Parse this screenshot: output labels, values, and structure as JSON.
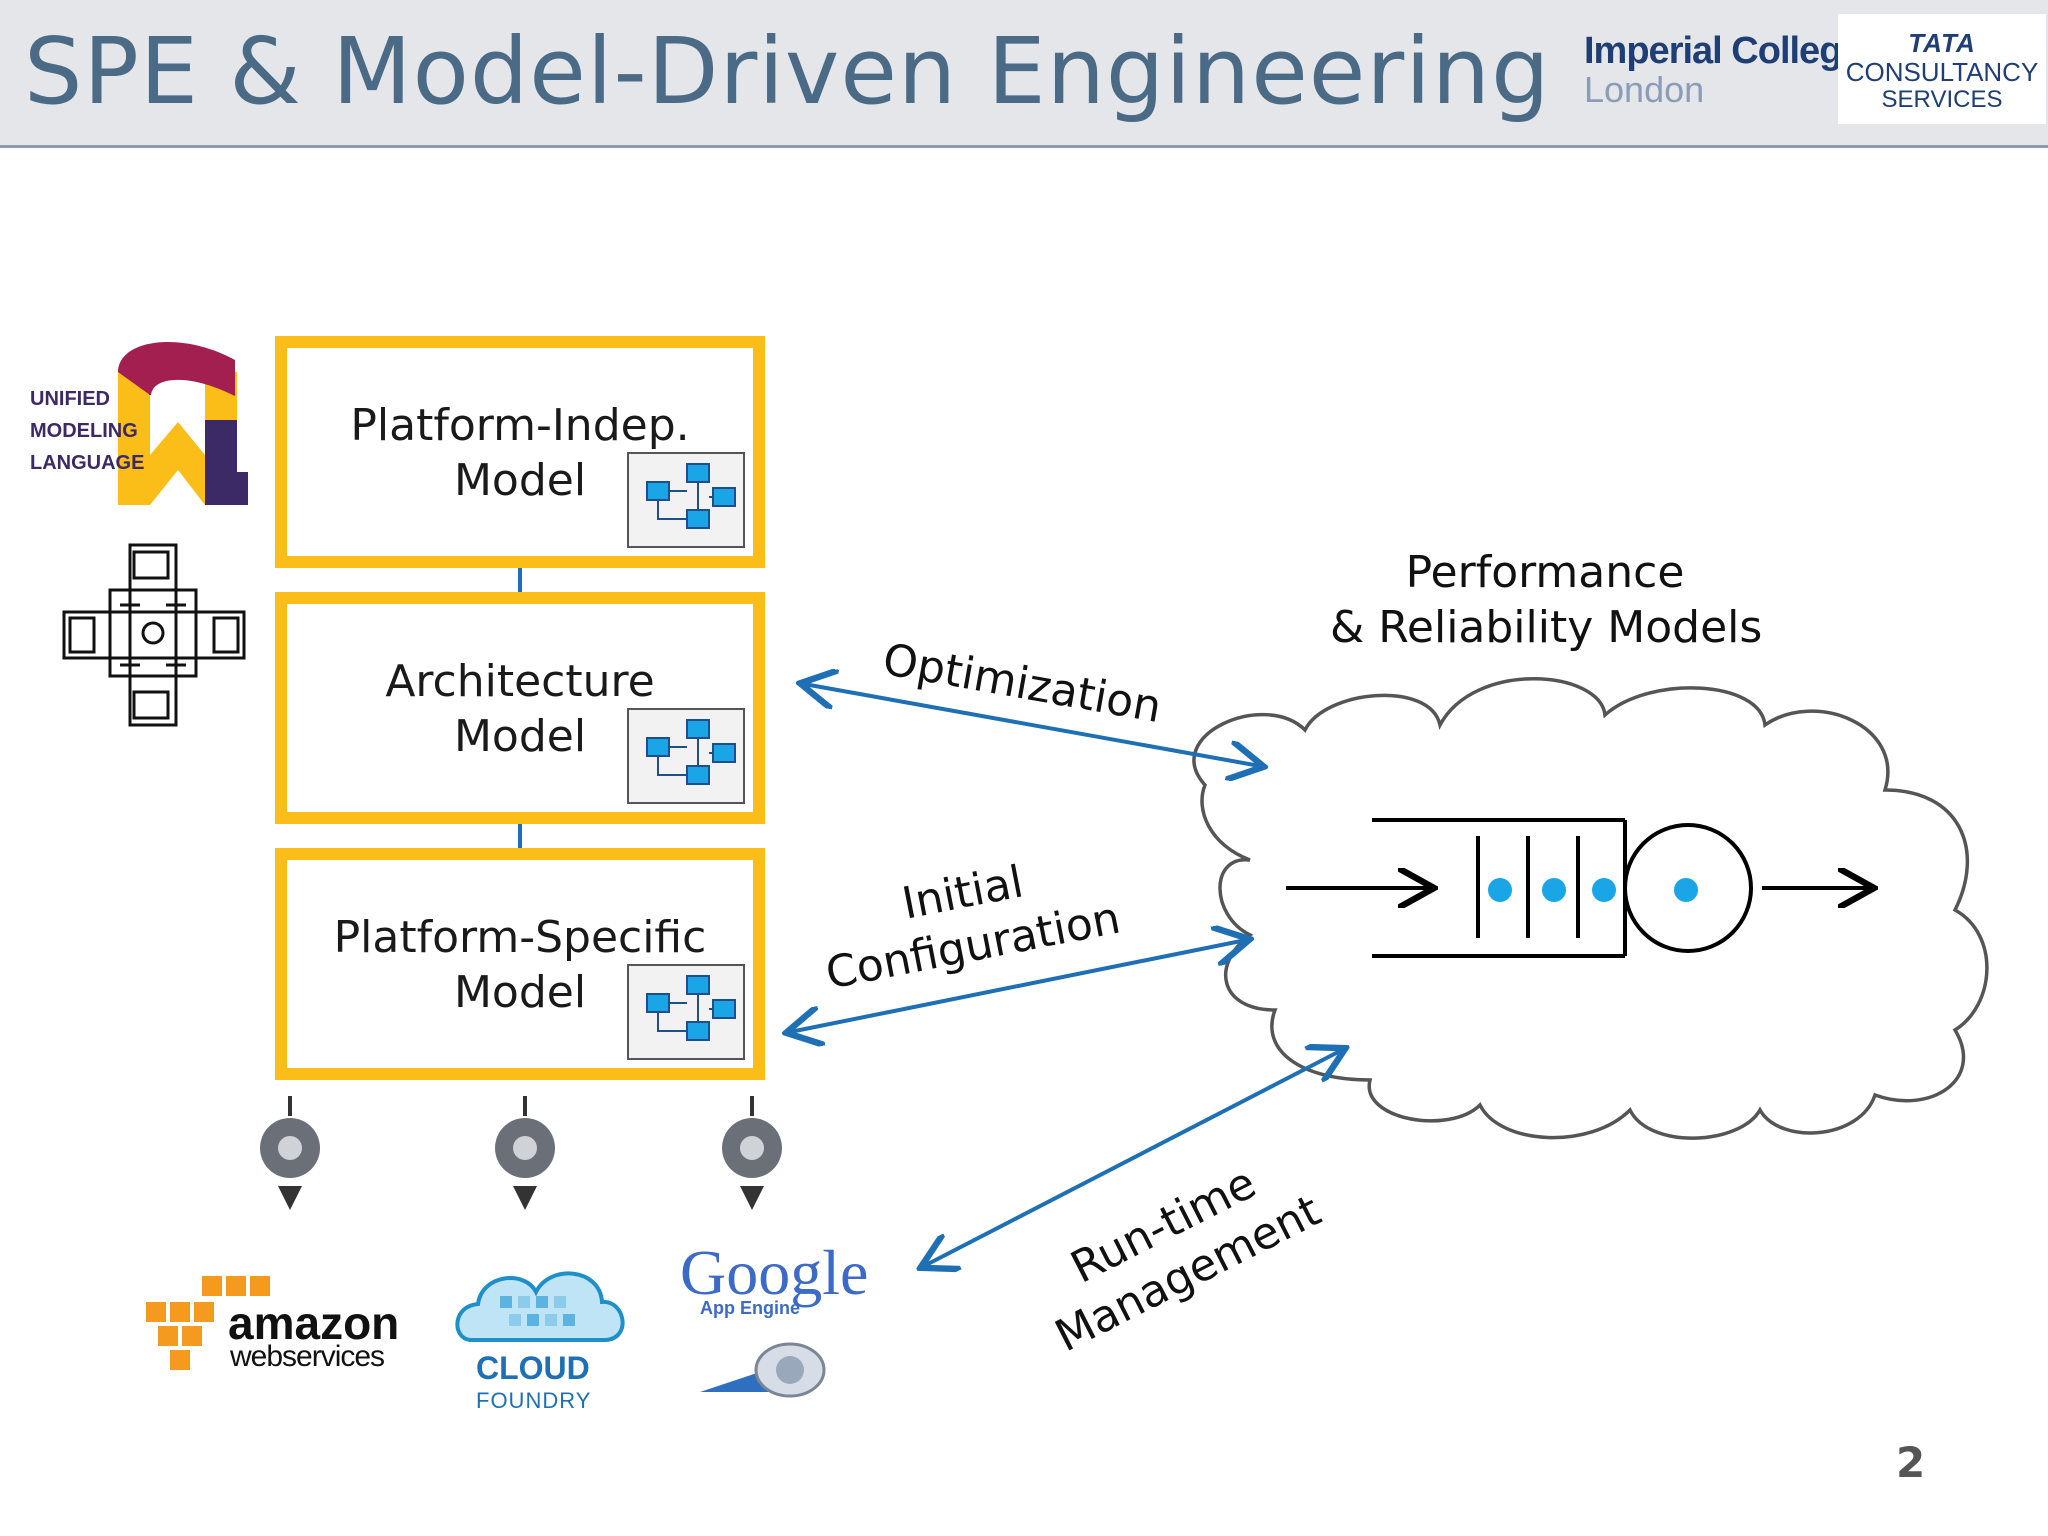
{
  "slide": {
    "title": "SPE & Model-Driven Engineering",
    "page_number": "2"
  },
  "logos": {
    "imperial_line1": "Imperial College",
    "imperial_line2": "London",
    "tcs_line1": "TATA",
    "tcs_line2": "CONSULTANCY",
    "tcs_line3": "SERVICES",
    "uml_line1": "UNIFIED",
    "uml_line2": "MODELING",
    "uml_line3": "LANGUAGE",
    "amazon_line1": "amazon",
    "amazon_line2": "webservices",
    "cloudfoundry_line1": "CLOUD",
    "cloudfoundry_line2": "FOUNDRY",
    "google_line1": "Google",
    "google_line2": "App Engine"
  },
  "models": [
    {
      "line1": "Platform-Indep.",
      "line2": "Model"
    },
    {
      "line1": "Architecture",
      "line2": "Model"
    },
    {
      "line1": "Platform-Specific",
      "line2": "Model"
    }
  ],
  "performance_label": {
    "line1": "Performance",
    "line2": "& Reliability Models"
  },
  "edges": {
    "optimization": "Optimization",
    "initial_line1": "Initial",
    "initial_line2": "Configuration",
    "runtime_line1": "Run-time",
    "runtime_line2": "Management"
  },
  "colors": {
    "accent_yellow": "#fbbd18",
    "arrow_blue": "#1f6fb4",
    "title_blue": "#4a6a86",
    "token_cyan": "#1aa6e6"
  }
}
